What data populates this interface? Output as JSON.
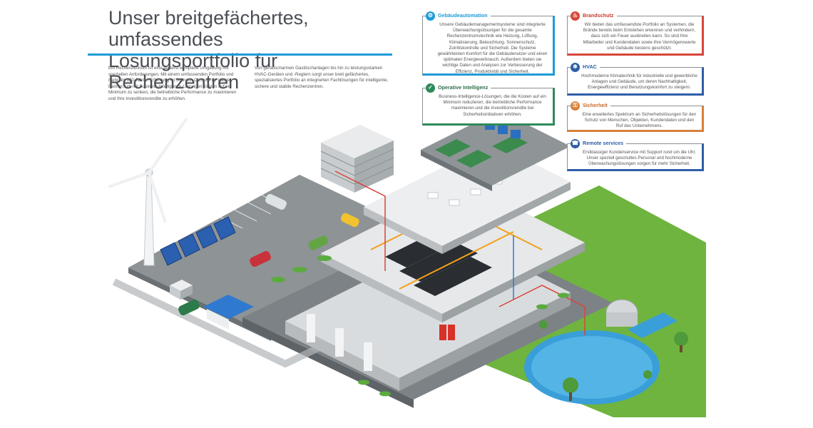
{
  "title": {
    "line1": "Unser breitgefächertes, umfassendes",
    "line2": "Lösungsportfolio für Rechenzentren"
  },
  "intro": {
    "left": "Ein Rechenzentrum ist eine äußerst komplexe Umgebung mit speziellen Anforderungen. Mit einem umfassenden Portfolio und mehr als 130 Jahren Erfahrung ist Johnson Controls Ihr idealer Partner, um mit Business-Intelligence-Lösungen Kosten auf ein Minimum zu senken, die betriebliche Performance zu maximieren und Ihre Investitionsrendite zu erhöhen.",
    "right": "Von geräuscharmen Gaslöschanlagen bis hin zu leistungsstarken HVAC-Geräten und -Reglern sorgt unser breit gefächertes, spezialisiertes Portfolio an integrierten Fachlösungen für intelligente, sichere und stabile Rechenzentren."
  },
  "boxes": {
    "gebaeude": {
      "title": "Gebäudeautomation",
      "icon": "building-automation-icon",
      "text": "Unsere Gebäudemanagementsysteme sind integrierte Überwachungslösungen für die gesamte Rechenzentrumstechnik wie Heizung, Lüftung, Klimatisierung, Beleuchtung, Sonnenschutz, Zutrittskontrolle und Sicherheit. Die Systeme gewährleisten Komfort für die Gebäudenutzer und einen optimalen Energieverbrauch. Außerdem bieten sie wichtige Daten und Analysen zur Verbesserung der Effizienz, Produktivität und Sicherheit."
    },
    "operative": {
      "title": "Operative Intelligenz",
      "icon": "shield-icon",
      "text": "Business-Intelligence-Lösungen, die die Kosten auf ein Minimum reduzieren, die betriebliche Performance maximieren und die Investitionsrendite bei Sicherheitsinitiativen erhöhen."
    },
    "brandschutz": {
      "title": "Brandschutz",
      "icon": "flame-icon",
      "text": "Wir bieten das umfassendste Portfolio an Systemen, die Brände bereits beim Entstehen erkennen und verhindern, dass sich ein Feuer ausbreiten kann. So sind Ihre Mitarbeiter und Kundendaten sowie Ihre Vermögenswerte und Gebäude bestens geschützt."
    },
    "hvac": {
      "title": "HVAC",
      "icon": "hvac-icon",
      "text": "Hochmoderne Klimatechnik für industrielle und gewerbliche Anlagen und Gebäude, um deren Nachhaltigkeit, Energieeffizienz und Benutzungskomfort zu steigern."
    },
    "sicherheit": {
      "title": "Sicherheit",
      "icon": "lock-icon",
      "text": "Eine erweitertes Spektrum an Sicherheitslösungen für den Schutz von Menschen, Objekten, Kundendaten und den Ruf des Unternehmens."
    },
    "remote": {
      "title": "Remote services",
      "icon": "headset-icon",
      "text": "Erstklassiger Kundenservice mit Support rund um die Uhr. Unser speziell geschultes Personal und hochmoderne Überwachungslösungen sorgen für mehr Sicherheit."
    }
  },
  "colors": {
    "accent_blue": "#1f9bd7",
    "green": "#2e8a5a",
    "red": "#d7463a",
    "navy": "#2f5ea8",
    "orange": "#d7803a"
  }
}
